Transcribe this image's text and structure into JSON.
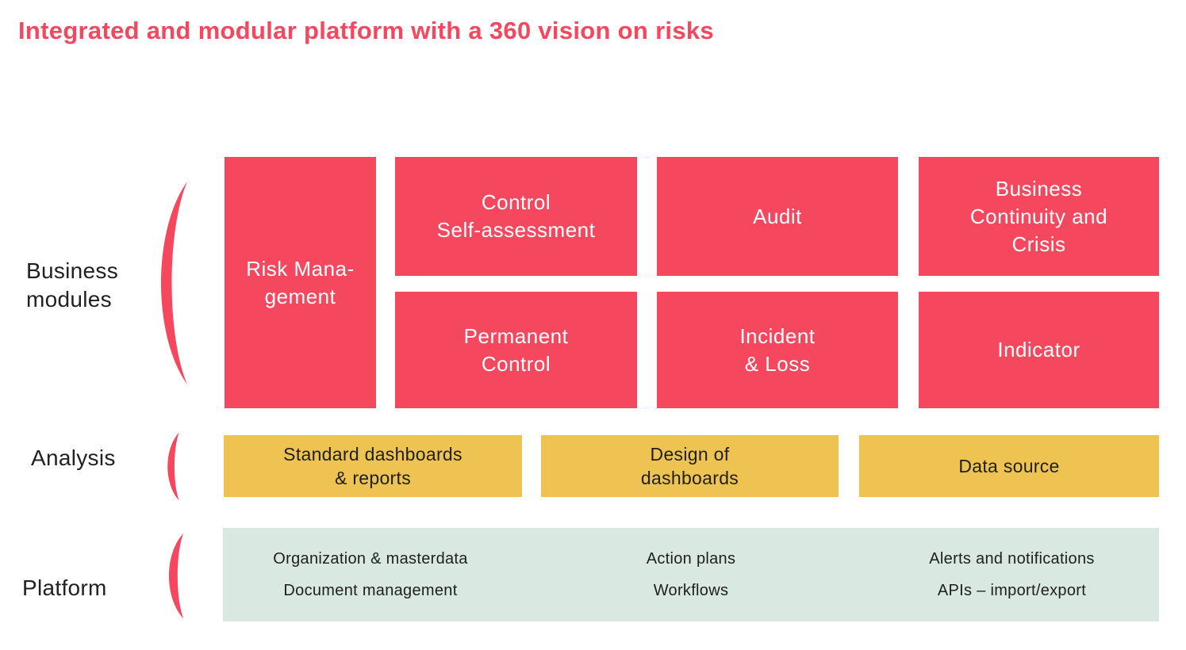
{
  "title": "Integrated and modular platform with a 360 vision on risks",
  "colors": {
    "accent_red": "#F5485E",
    "accent_yellow": "#EFC351",
    "panel_mint": "#D9E8E1",
    "text_dark": "#212121",
    "text_on_red": "#FFFFFF"
  },
  "sections": {
    "business_modules": {
      "label": "Business\nmodules",
      "boxes": {
        "risk_management": "Risk Mana-\ngement",
        "control_self_assessment": "Control\nSelf-assessment",
        "audit": "Audit",
        "business_continuity_and_crisis": "Business\nContinuity and\nCrisis",
        "permanent_control": "Permanent\nControl",
        "incident_and_loss": "Incident\n& Loss",
        "indicator": "Indicator"
      }
    },
    "analysis": {
      "label": "Analysis",
      "boxes": {
        "standard_dashboards_reports": "Standard dashboards\n& reports",
        "design_of_dashboards": "Design of\ndashboards",
        "data_source": "Data source"
      }
    },
    "platform": {
      "label": "Platform",
      "items": [
        [
          "Organization & masterdata",
          "Document management"
        ],
        [
          "Action plans",
          "Workflows"
        ],
        [
          "Alerts and notifications",
          "APIs – import/export"
        ]
      ]
    }
  }
}
